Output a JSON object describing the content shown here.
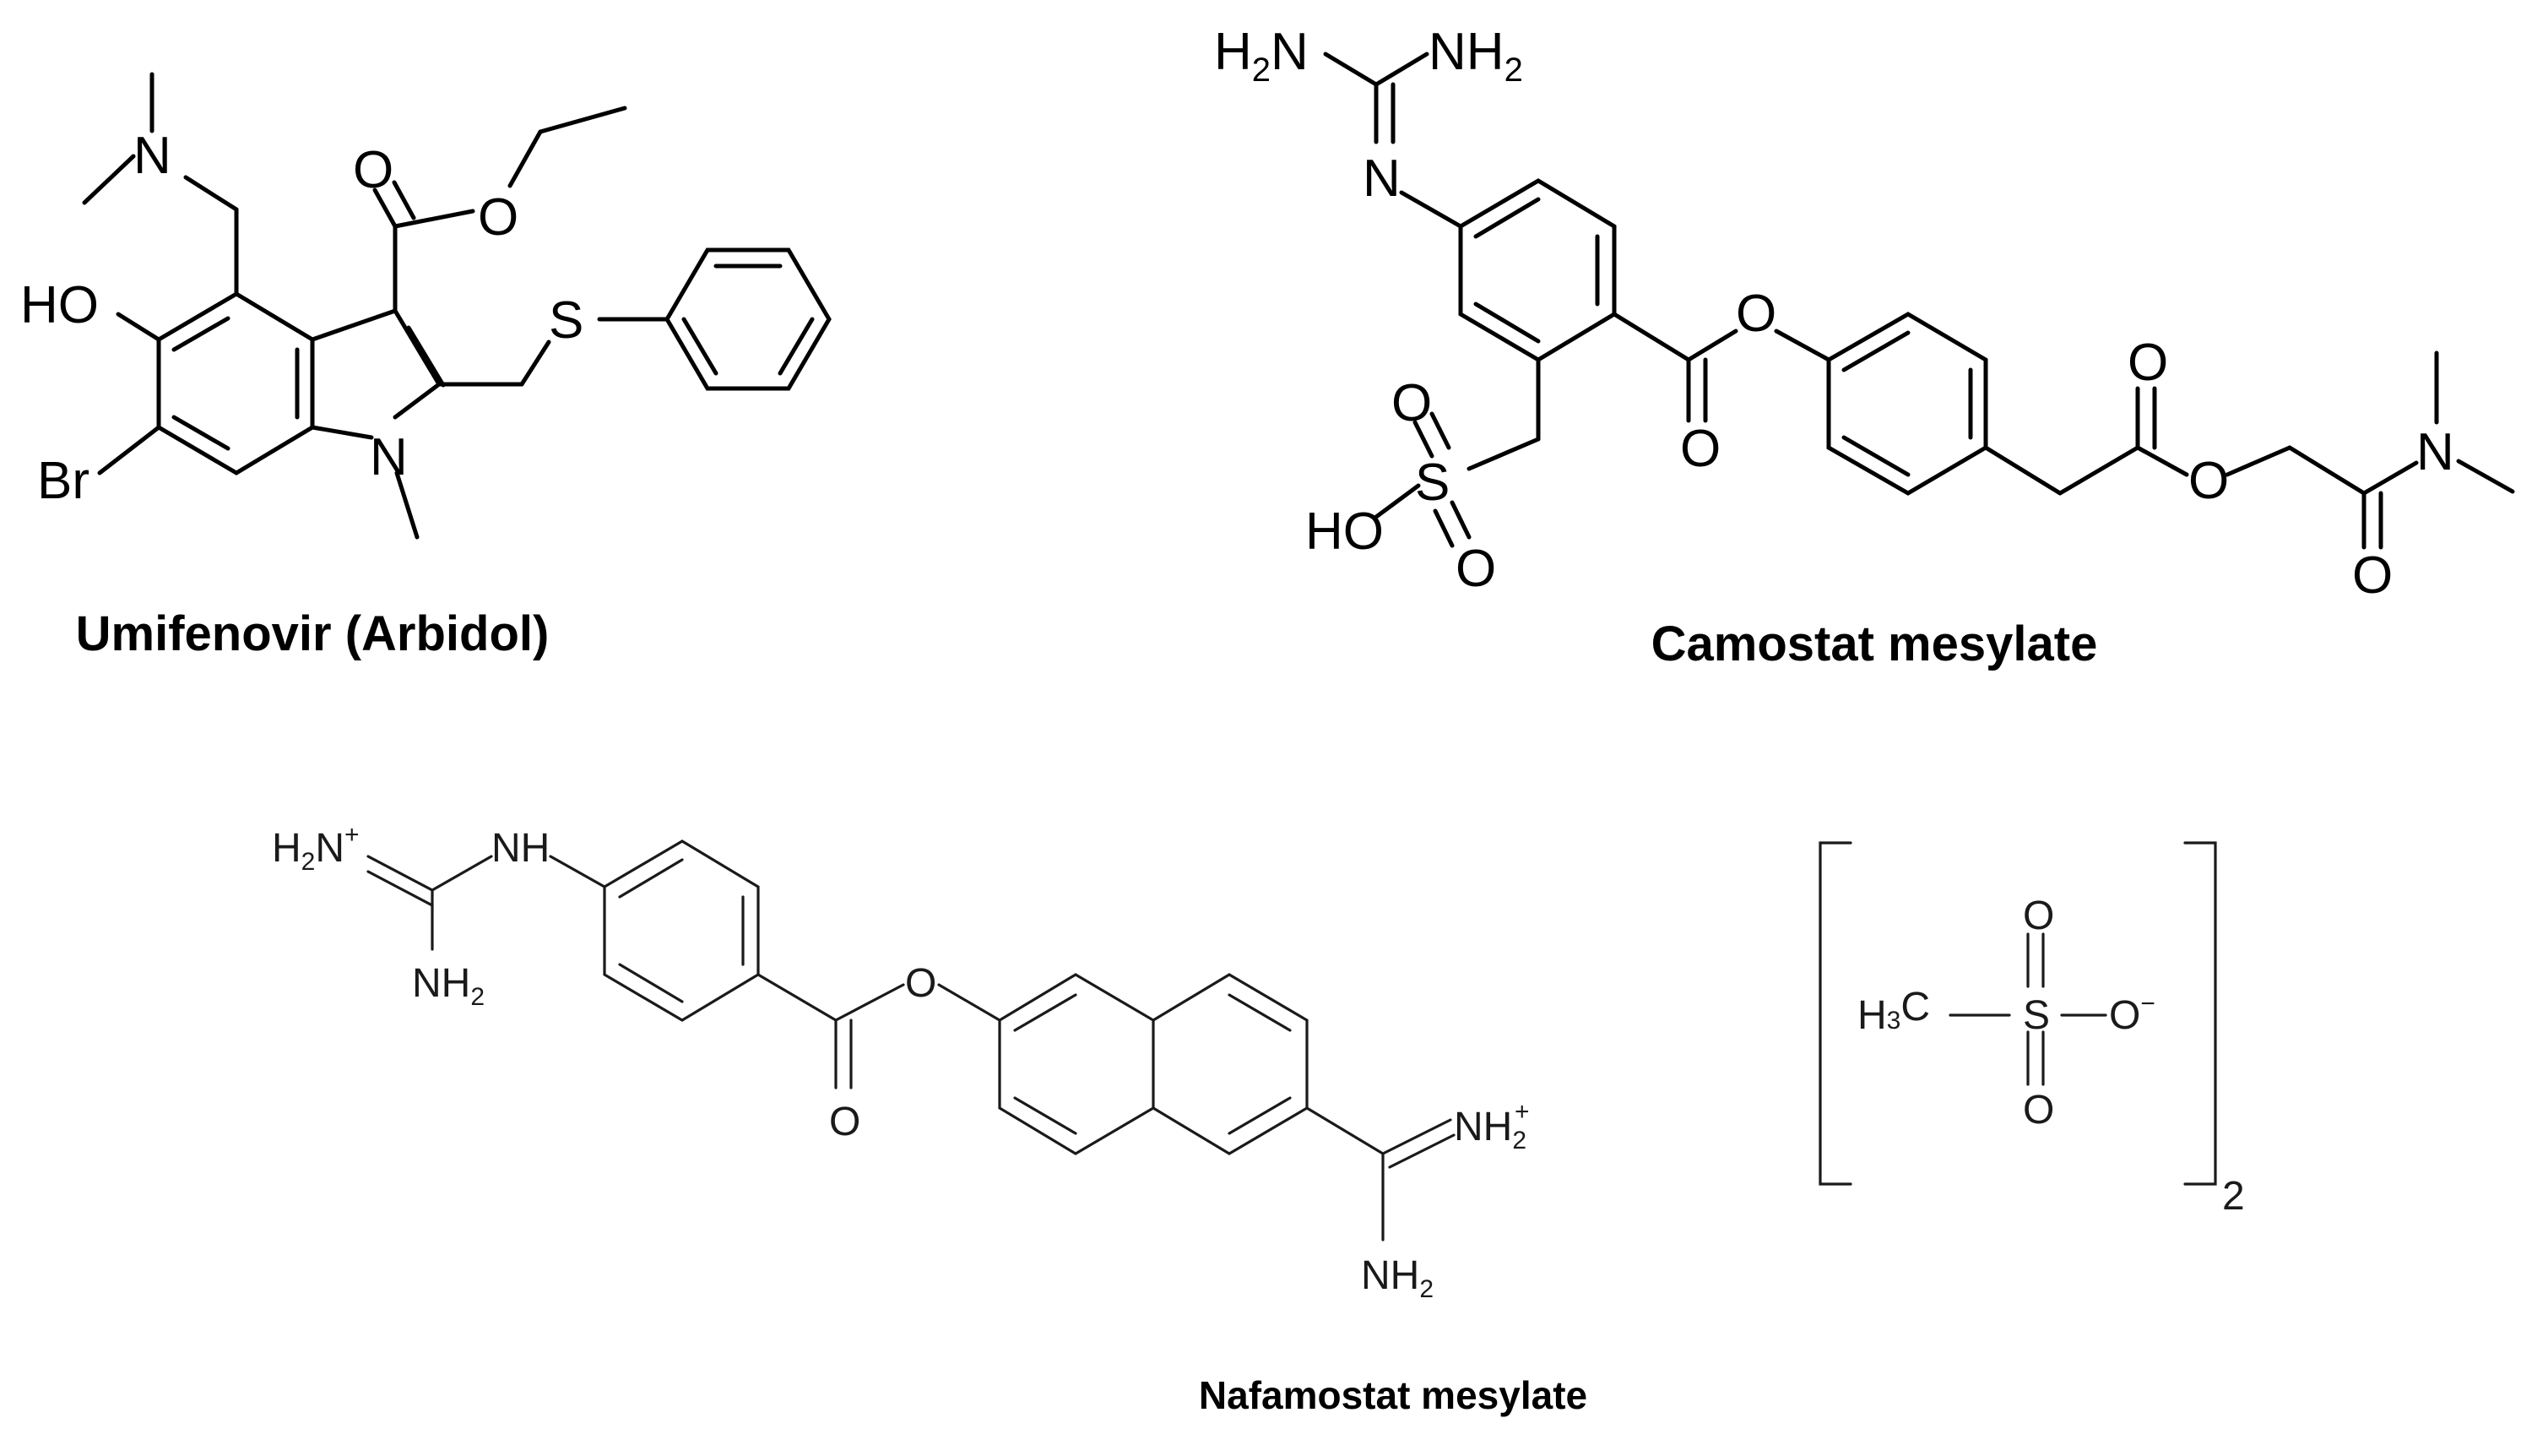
{
  "molecules": [
    {
      "caption": "Umifenovir (Arbidol)",
      "atoms": {
        "n_amine": "N",
        "hydroxyl": "HO",
        "bromo": "Br",
        "carbonyl_o": "O",
        "ester_o": "O",
        "sulfur": "S",
        "n_indole": "N"
      }
    },
    {
      "caption": "Camostat mesylate",
      "atoms": {
        "guan_h2n_left": "H",
        "guan_h2n_left_n": "N",
        "guan_h2n_right": "NH",
        "guan_n": "N",
        "sulfonyl_s": "S",
        "sulfonyl_o_top": "O",
        "sulfonyl_o_bottom": "O",
        "sulfonyl_ho": "HO",
        "ester1_o": "O",
        "ester1_carbonyl_o": "O",
        "ester2_carbonyl_o": "O",
        "ester2_o": "O",
        "amide_n": "N",
        "amide_o": "O"
      }
    },
    {
      "caption": "Nafamostat mesylate",
      "atoms": {
        "guan_h2n_plus_h": "H",
        "guan_h2n_plus_n": "N",
        "guan_nh": "NH",
        "guan_nh2_bottom": "NH",
        "ester_o": "O",
        "carbonyl_o": "O",
        "amidine_nh2_plus": "NH",
        "amidine_nh2": "NH"
      },
      "counterion": {
        "methyl_h": "H",
        "methyl_c": "C",
        "sulfur": "S",
        "o_top": "O",
        "o_bottom": "O",
        "o_minus": "O",
        "multiplier": "2"
      }
    }
  ],
  "glyphs": {
    "plus": "+",
    "minus": "−",
    "two": "2",
    "three": "3"
  }
}
